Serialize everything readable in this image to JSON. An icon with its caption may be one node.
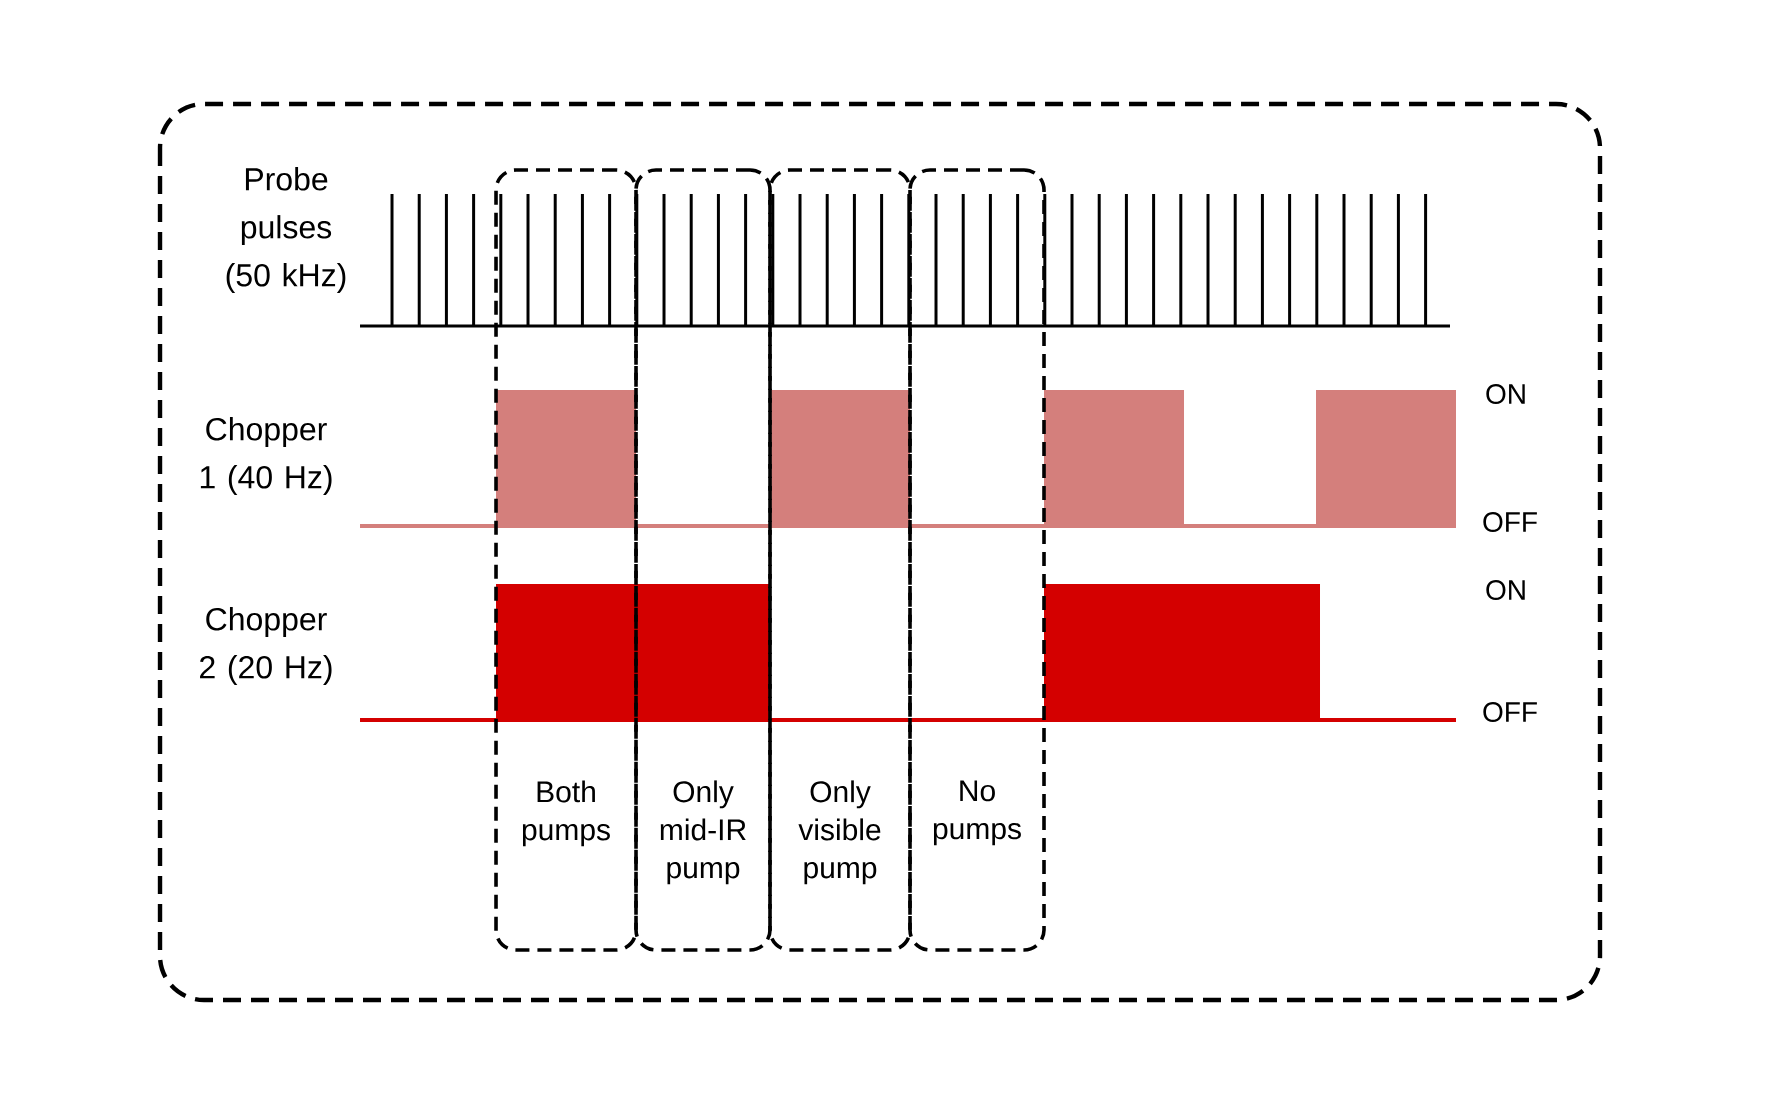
{
  "diagram": {
    "nodes": [
      {
        "text": [
          "Both pumps"
        ]
      },
      {
        "text": [
          "Only mid-IR pump"
        ]
      },
      {
        "text": [
          "Only visible pump"
        ]
      },
      {
        "text": [
          "No pumps"
        ]
      }
    ],
    "labels": [
      "Probe pulses (50 kHz)",
      "Chopper 1 (40 Hz)",
      "ON",
      "OFF",
      "Chopper 2 (20 Hz)",
      "ON",
      "OFF"
    ]
  }
}
